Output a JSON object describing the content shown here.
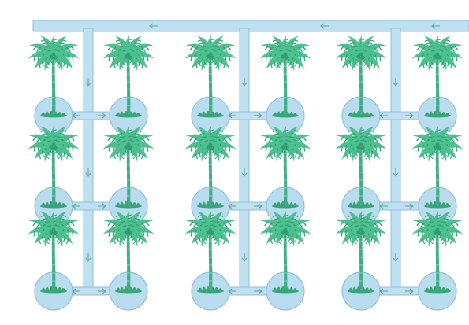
{
  "diagram": {
    "description_visible_text": "",
    "colors": {
      "background": "#ffffff",
      "pipe_fill": "#bfe0f1",
      "pipe_stroke": "#8fbfdc",
      "basin_fill": "#b9dcef",
      "basin_stroke": "#8ec0dd",
      "arrow_color": "#5fae9a",
      "palm_leaf": "#4cc08e",
      "palm_leaf_dark": "#2f9e73",
      "palm_trunk": "#3fae86",
      "grass": "#37a676"
    },
    "flow_direction_main": "right-to-left",
    "flow_direction_branch": "downward",
    "flow_direction_lateral": "outward-to-basins",
    "blocks": 3,
    "rows_per_block": 3,
    "trees_per_row": 2,
    "icons": [
      "palm-tree-icon",
      "basin-icon",
      "flow-arrow-icon"
    ]
  }
}
